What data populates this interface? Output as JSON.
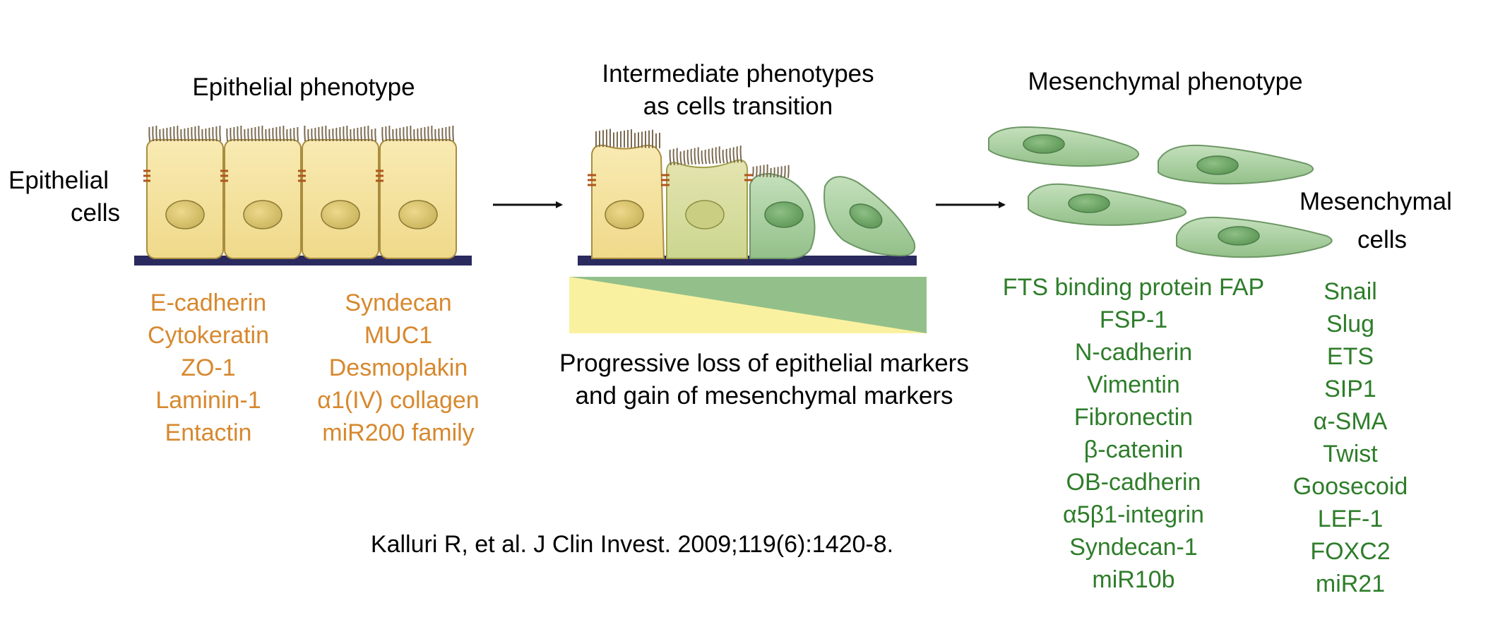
{
  "labels": {
    "epithelial_phenotype": "Epithelial phenotype",
    "intermediate_line1": "Intermediate phenotypes",
    "intermediate_line2": "as cells transition",
    "mesenchymal_phenotype": "Mesenchymal phenotype",
    "epithelial_cells_line1": "Epithelial",
    "epithelial_cells_line2": "cells",
    "mesenchymal_cells_line1": "Mesenchymal",
    "mesenchymal_cells_line2": "cells",
    "progressive_line1": "Progressive loss of epithelial markers",
    "progressive_line2": "and gain of mesenchymal markers",
    "citation": "Kalluri R, et al. J Clin Invest. 2009;119(6):1420-8."
  },
  "epithelial_markers_left": [
    "E-cadherin",
    "Cytokeratin",
    "ZO-1",
    "Laminin-1",
    "Entactin"
  ],
  "epithelial_markers_right": [
    "Syndecan",
    "MUC1",
    "Desmoplakin",
    "α1(IV) collagen",
    "miR200 family"
  ],
  "mesenchymal_markers_left": [
    "FTS binding protein FAP",
    "FSP-1",
    "N-cadherin",
    "Vimentin",
    "Fibronectin",
    "β-catenin",
    "OB-cadherin",
    "α5β1-integrin",
    "Syndecan-1",
    "miR10b"
  ],
  "mesenchymal_markers_right": [
    "Snail",
    "Slug",
    "ETS",
    "SIP1",
    "α-SMA",
    "Twist",
    "Goosecoid",
    "LEF-1",
    "FOXC2",
    "miR21"
  ],
  "colors": {
    "epithelial_text": "#d7882e",
    "mesenchymal_text": "#2e7d2a",
    "epithelial_cell_fill": "#f3e3a0",
    "mesenchymal_cell_fill": "#a8cf9e",
    "gradient_yellow": "#faf1a0",
    "gradient_green": "#93c08a"
  }
}
